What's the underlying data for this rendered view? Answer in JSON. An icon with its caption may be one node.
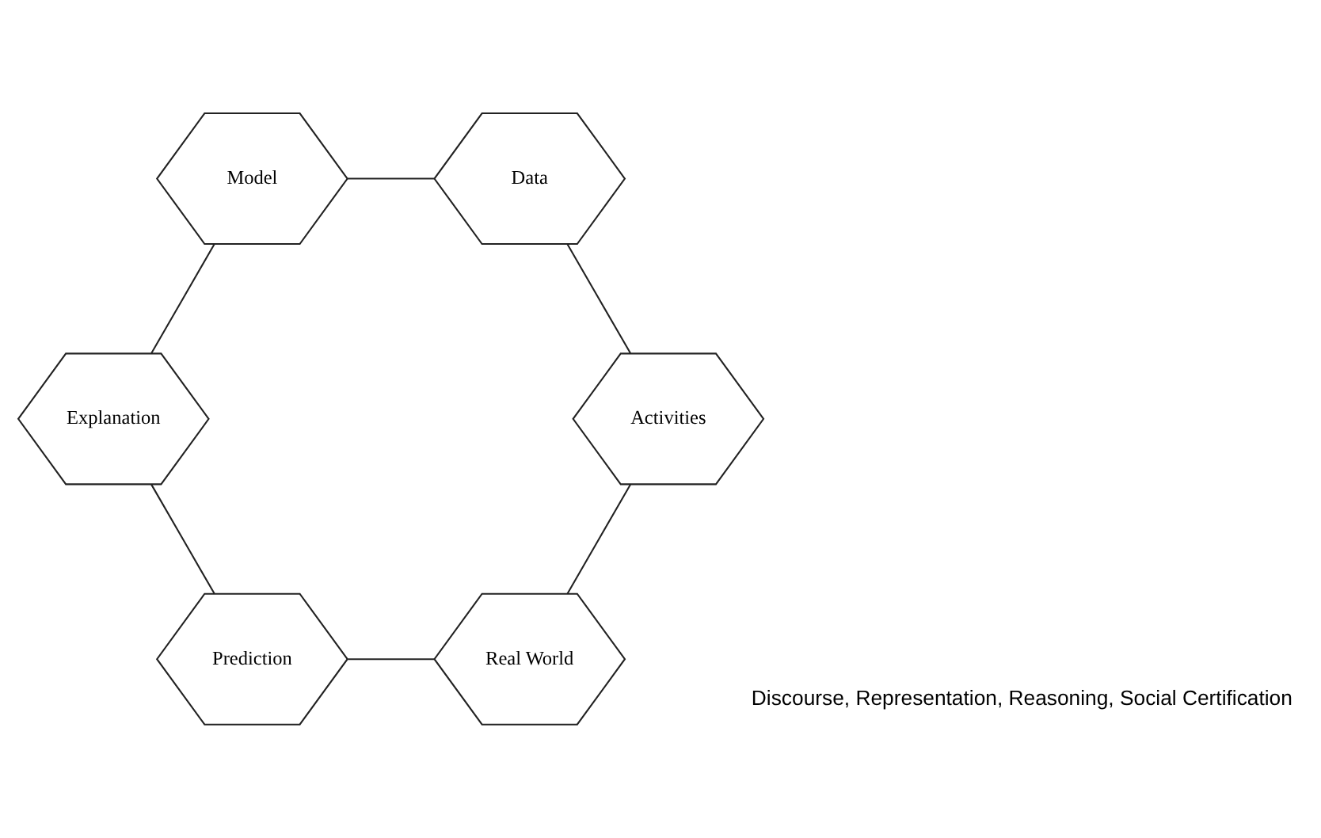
{
  "diagram": {
    "nodes": [
      {
        "text": [
          "Real World"
        ]
      },
      {
        "text": [
          "Prediction"
        ]
      },
      {
        "text": [
          "Explanation"
        ]
      },
      {
        "text": [
          "Model"
        ]
      },
      {
        "text": [
          "Data"
        ]
      },
      {
        "text": [
          "Activities"
        ]
      }
    ],
    "edges": [
      {
        "from": 0,
        "to": 1,
        "arrow": "none"
      },
      {
        "from": 1,
        "to": 2,
        "arrow": "none"
      },
      {
        "from": 2,
        "to": 3,
        "arrow": "none"
      },
      {
        "from": 3,
        "to": 4,
        "arrow": "none"
      },
      {
        "from": 4,
        "to": 5,
        "arrow": "none"
      },
      {
        "from": 5,
        "to": 0,
        "arrow": "none"
      }
    ],
    "labels": [
      "Discourse, Representation, Reasoning, Social Certification"
    ]
  }
}
